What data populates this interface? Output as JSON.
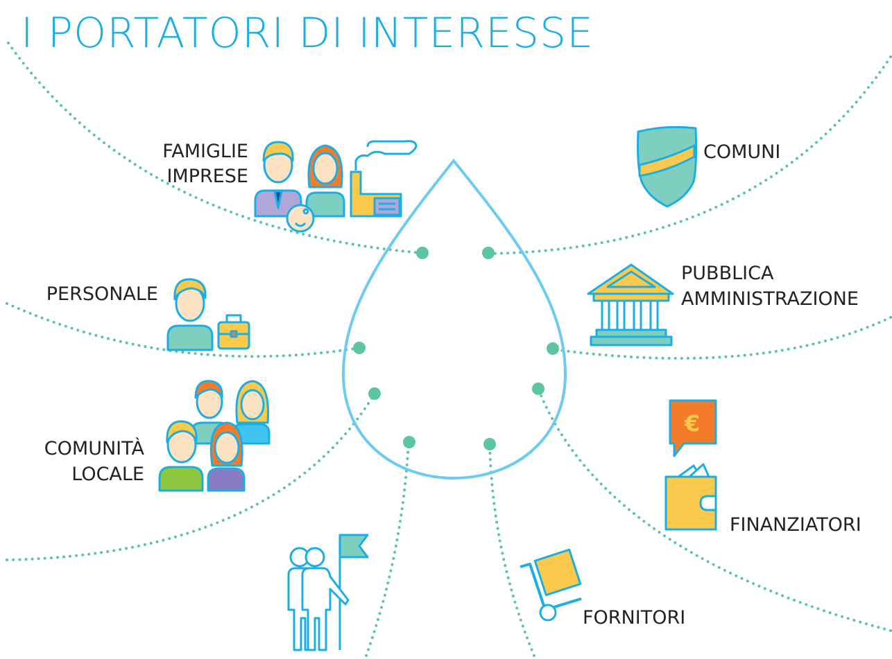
{
  "title": "I PORTATORI DI INTERESSE",
  "colors": {
    "title": "#1aaee5",
    "drop_stroke": "#6ccbf0",
    "dots": "#5ec5a3",
    "icon_outline": "#1aaee5",
    "yellow": "#fbc94b",
    "orange": "#f47b2a",
    "teal": "#7ecfc0",
    "green": "#8dc63f",
    "purple": "#b0a7d8",
    "skin": "#fde3c3"
  },
  "stakeholders": {
    "famiglie": {
      "line1": "FAMIGLIE",
      "line2": "IMPRESE",
      "icon": "family-factory-icon"
    },
    "comuni": {
      "line1": "COMUNI",
      "icon": "shield-icon"
    },
    "personale": {
      "line1": "PERSONALE",
      "icon": "worker-briefcase-icon"
    },
    "pa": {
      "line1": "PUBBLICA",
      "line2": "AMMINISTRAZIONE",
      "icon": "government-building-icon"
    },
    "comunita": {
      "line1": "COMUNITÀ",
      "line2": "LOCALE",
      "icon": "community-people-icon"
    },
    "finanziatori": {
      "line1": "FINANZIATORI",
      "icon": "euro-wallet-icon"
    },
    "fornitori": {
      "line1": "FORNITORI",
      "icon": "hand-truck-icon"
    },
    "flag": {
      "icon": "people-flag-icon"
    }
  }
}
